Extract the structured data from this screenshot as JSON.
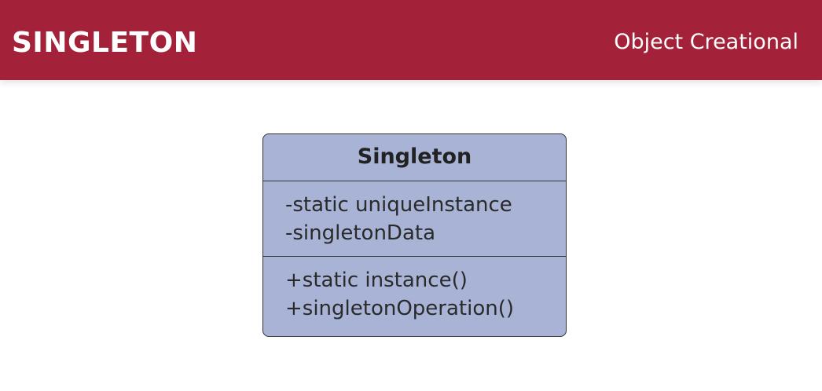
{
  "header": {
    "title": "SINGLETON",
    "category": "Object Creational",
    "background_color": "#a3223a",
    "text_color": "#ffffff"
  },
  "uml_class": {
    "name": "Singleton",
    "fill_color": "#a8b3d6",
    "attributes": [
      "-static uniqueInstance",
      "-singletonData"
    ],
    "operations": [
      "+static instance()",
      "+singletonOperation()"
    ]
  }
}
